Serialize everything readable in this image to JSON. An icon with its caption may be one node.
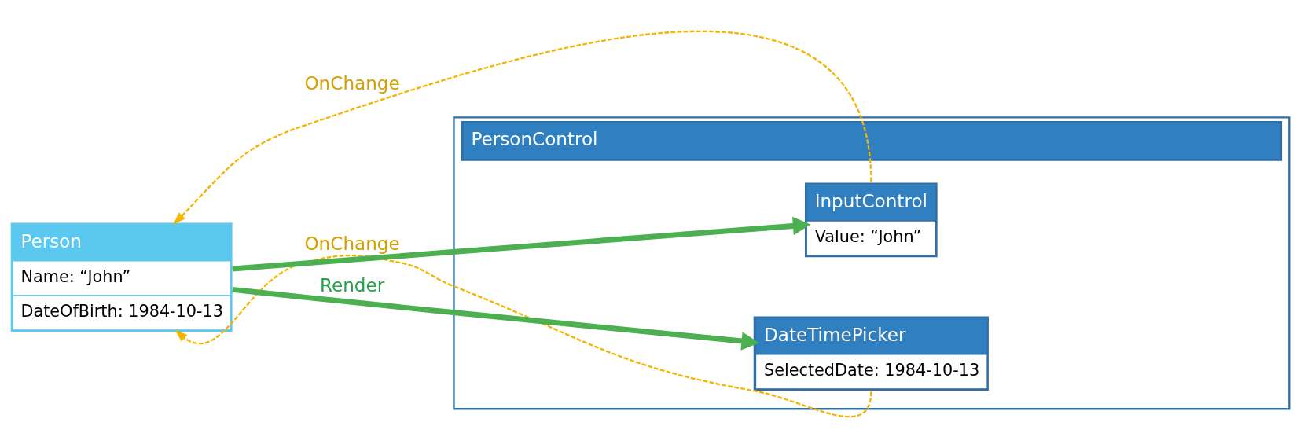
{
  "diagram": {
    "nodes": [
      {
        "text": [
          "PersonControl"
        ]
      },
      {
        "text": [
          "Person",
          "Name: “John”",
          "DateOfBirth: 1984-10-13"
        ]
      },
      {
        "text": [
          "InputControl",
          "Value: “John”"
        ],
        "in": 0
      },
      {
        "text": [
          "DateTimePicker",
          "SelectedDate: 1984-10-13"
        ],
        "in": 0
      }
    ],
    "edges": [
      {
        "from": 1,
        "to": 2,
        "arrow": "to",
        "style": "thick",
        "color": "#4caf50"
      },
      {
        "from": 1,
        "to": 3,
        "arrow": "to",
        "style": "thick",
        "color": "#4caf50",
        "label": "Render"
      },
      {
        "from": 2,
        "to": 1,
        "arrow": "to",
        "style": "dashed",
        "color": "#f5b400",
        "label": "OnChange"
      },
      {
        "from": 3,
        "to": 1,
        "arrow": "to",
        "style": "dashed",
        "color": "#f5b400",
        "label": "OnChange"
      }
    ]
  }
}
